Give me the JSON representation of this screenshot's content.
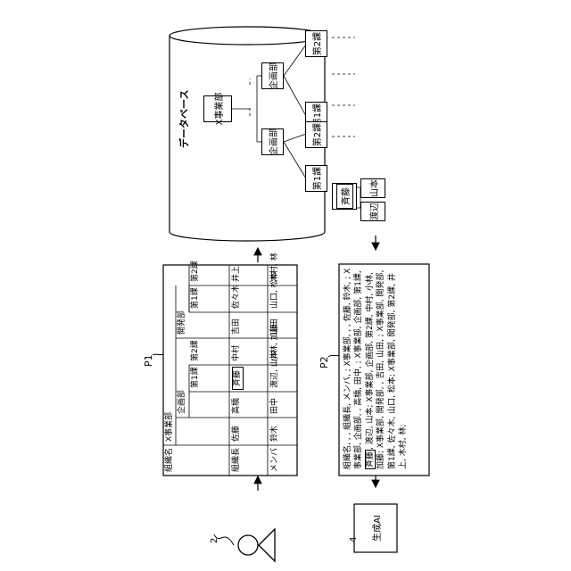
{
  "labels": {
    "user": "2",
    "ai_ref": "4",
    "p1": "P1",
    "p2": "P2",
    "ai": "生成AI",
    "database": "データベース"
  },
  "table": {
    "headers": [
      "組織名",
      "組織長",
      "メンバ"
    ],
    "rows": [
      {
        "name": "X事業部",
        "head": "佐藤",
        "members": "鈴木"
      },
      {
        "name": "企画部",
        "head": "高橋",
        "members": "田中"
      },
      {
        "name": "第1課",
        "head": "斉藤",
        "members": "渡辺, 山本"
      },
      {
        "name": "第2課",
        "head": "中村",
        "members": "小林, 加藤"
      },
      {
        "name": "開発部",
        "head": "吉田",
        "members": "山田"
      },
      {
        "name": "第1課",
        "head": "佐々木",
        "members": "山口, 松本"
      },
      {
        "name": "第2課",
        "head": "井上",
        "members": "木村, 林"
      }
    ]
  },
  "p2": {
    "before": "組織名, , , 組織長, メンバ, ; X事業部, , , 佐藤, 鈴木, ; X事業部, 企画部, , 高橋, 田中, ; X事業部, 企画部, 第1課, ",
    "highlight": "斉藤",
    "after": ", 渡辺, 山本; X事業部, 企画部, 第2課, 中村, 小林, 加藤; X事業部, 開発部, , 吉田, 山田, ; X事業部, 開発部, 第1課, 佐々木, 山口, 松本; X事業部, 開発部, 第2課, 井上, 木村, 林;"
  },
  "db": {
    "root": "X事業部",
    "dept1": "企画部",
    "dept2": "企画部",
    "sec_a1": "第1課",
    "sec_a2": "第2課",
    "sec_b1": "第1課",
    "sec_b2": "第2課",
    "head": "斉藤",
    "mem1": "渡辺",
    "mem2": "山本"
  }
}
